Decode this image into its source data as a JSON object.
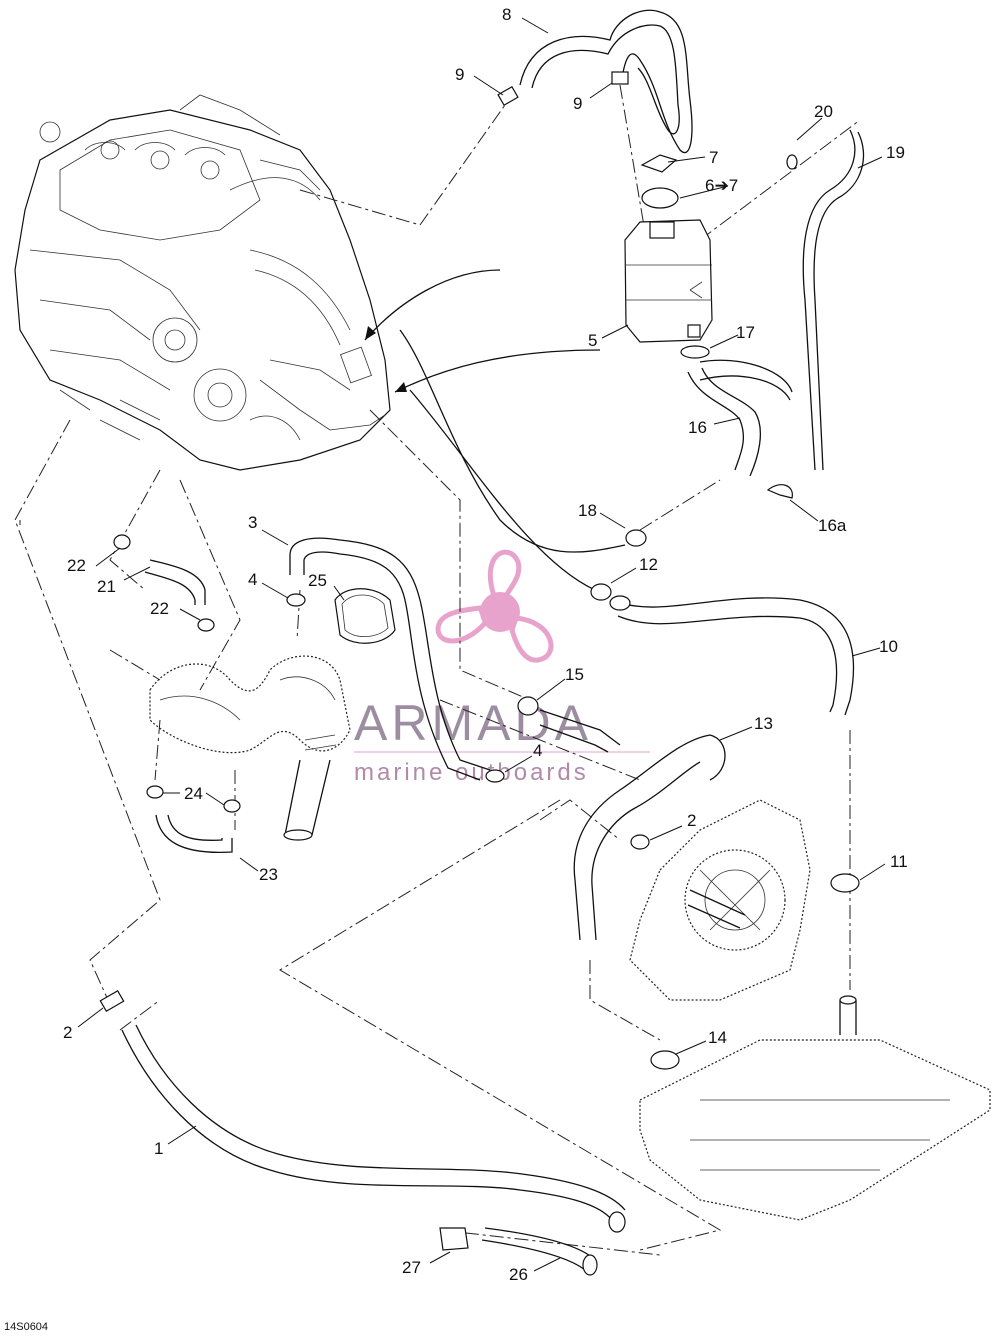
{
  "diagram": {
    "drawing_code": "14S0604",
    "watermark": {
      "brand": "ARMADA",
      "subtitle": "marine outboards",
      "colors": {
        "propeller": "#e7a3cb",
        "text": "#9c8ea0",
        "subtitle": "#b08aa8"
      }
    },
    "callouts": {
      "c1": "1",
      "c2a": "2",
      "c2b": "2",
      "c3": "3",
      "c4a": "4",
      "c4b": "4",
      "c5": "5",
      "c6_7": "6➔7",
      "c7": "7",
      "c8": "8",
      "c9a": "9",
      "c9b": "9",
      "c10": "10",
      "c11": "11",
      "c12": "12",
      "c13": "13",
      "c14": "14",
      "c15": "15",
      "c16": "16",
      "c16a": "16a",
      "c17": "17",
      "c18": "18",
      "c19": "19",
      "c20": "20",
      "c21": "21",
      "c22a": "22",
      "c22b": "22",
      "c23": "23",
      "c24": "24",
      "c25": "25",
      "c26": "26",
      "c27": "27"
    }
  }
}
